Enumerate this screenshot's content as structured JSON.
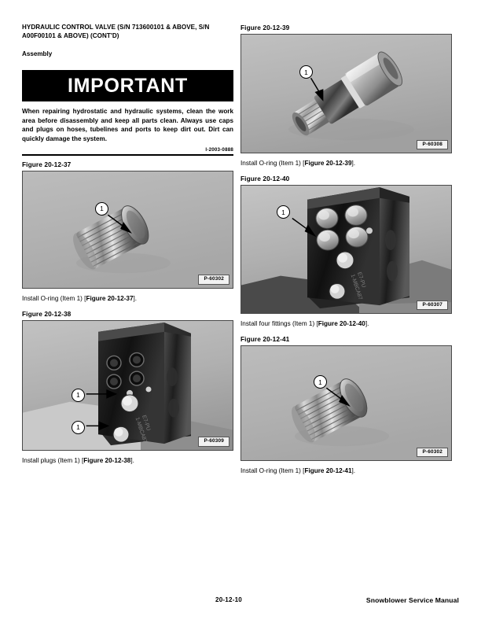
{
  "document": {
    "title": "HYDRAULIC CONTROL VALVE (S/N 713600101 & ABOVE, S/N A00F00101 & ABOVE) (CONT'D)",
    "section": "Assembly",
    "footer_page_number": "20-12-10",
    "footer_manual_name": "Snowblower Service Manual"
  },
  "important_box": {
    "banner_label": "IMPORTANT",
    "body": "When repairing hydrostatic and hydraulic systems, clean the work area before disassembly and keep all parts clean. Always use caps and plugs on hoses, tubelines and ports to keep dirt out. Dirt can quickly damage the system.",
    "reference": "I-2003-0888",
    "banner_bg": "#000000",
    "banner_fg": "#ffffff"
  },
  "figures": [
    {
      "label": "Figure 20-12-37",
      "photo_id": "P-60302",
      "callouts": [
        "1"
      ],
      "subject": "threaded-plug-oring",
      "caption_prefix": "Install O-ring (Item 1) [",
      "caption_ref": "Figure 20-12-37",
      "caption_suffix": "]."
    },
    {
      "label": "Figure 20-12-38",
      "photo_id": "P-60309",
      "callouts": [
        "1",
        "1"
      ],
      "subject": "valve-block-plugs",
      "caption_prefix": "Install plugs (Item 1) [",
      "caption_ref": "Figure 20-12-38",
      "caption_suffix": "]."
    },
    {
      "label": "Figure 20-12-39",
      "photo_id": "P-60308",
      "callouts": [
        "1"
      ],
      "subject": "hydraulic-fitting",
      "caption_prefix": "Install O-ring (Item 1) [",
      "caption_ref": "Figure 20-12-39",
      "caption_suffix": "]."
    },
    {
      "label": "Figure 20-12-40",
      "photo_id": "P-60307",
      "callouts": [
        "1"
      ],
      "subject": "valve-block-four-fittings",
      "caption_prefix": "Install four fittings (Item 1) [",
      "caption_ref": "Figure 20-12-40",
      "caption_suffix": "]."
    },
    {
      "label": "Figure 20-12-41",
      "photo_id": "P-60302",
      "callouts": [
        "1"
      ],
      "subject": "threaded-plug-oring",
      "caption_prefix": "Install O-ring (Item 1) [",
      "caption_ref": "Figure 20-12-41",
      "caption_suffix": "]."
    }
  ]
}
